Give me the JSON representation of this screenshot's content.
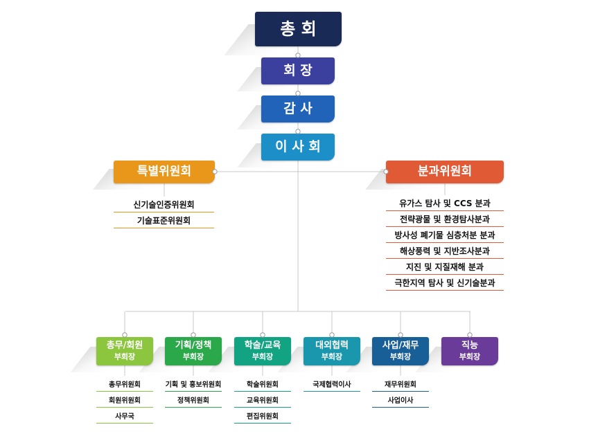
{
  "top": [
    {
      "label": "총 회",
      "color": "#1a2a57"
    },
    {
      "label": "회 장",
      "color": "#3b3f9e"
    },
    {
      "label": "감 사",
      "color": "#2063b8"
    },
    {
      "label": "이 사 회",
      "color": "#1c8fc9"
    }
  ],
  "branches": [
    {
      "label": "특별위원회",
      "color": "#e8971a",
      "items": [
        "신기술인증위원회",
        "기술표준위원회"
      ]
    },
    {
      "label": "분과위원회",
      "color": "#e05a35",
      "items": [
        "유가스 탐사 및 CCS 분과",
        "전략광물 및 환경탐사분과",
        "방사성 폐기물 심층처분 분과",
        "해상풍력 및 지반조사분과",
        "지진 및 지질재해 분과",
        "극한지역 탐사 및 신기술분과"
      ]
    }
  ],
  "vice_presidents": [
    {
      "label": "총무/회원",
      "sub": "부회장",
      "color": "#8cc63f",
      "items": [
        "총무위원회",
        "회원위원회",
        "사무국"
      ]
    },
    {
      "label": "기획/정책",
      "sub": "부회장",
      "color": "#2aa84a",
      "items": [
        "기획 및 홍보위원회",
        "정책위원회"
      ]
    },
    {
      "label": "학술/교육",
      "sub": "부회장",
      "color": "#12a383",
      "items": [
        "학술위원회",
        "교육위원회",
        "편집위원회"
      ]
    },
    {
      "label": "대외협력",
      "sub": "부회장",
      "color": "#1a97ad",
      "items": [
        "국제협력이사"
      ]
    },
    {
      "label": "사업/재무",
      "sub": "부회장",
      "color": "#175f96",
      "items": [
        "재무위원회",
        "사업이사"
      ]
    },
    {
      "label": "직능",
      "sub": "부회장",
      "color": "#6a3b98",
      "items": []
    }
  ]
}
